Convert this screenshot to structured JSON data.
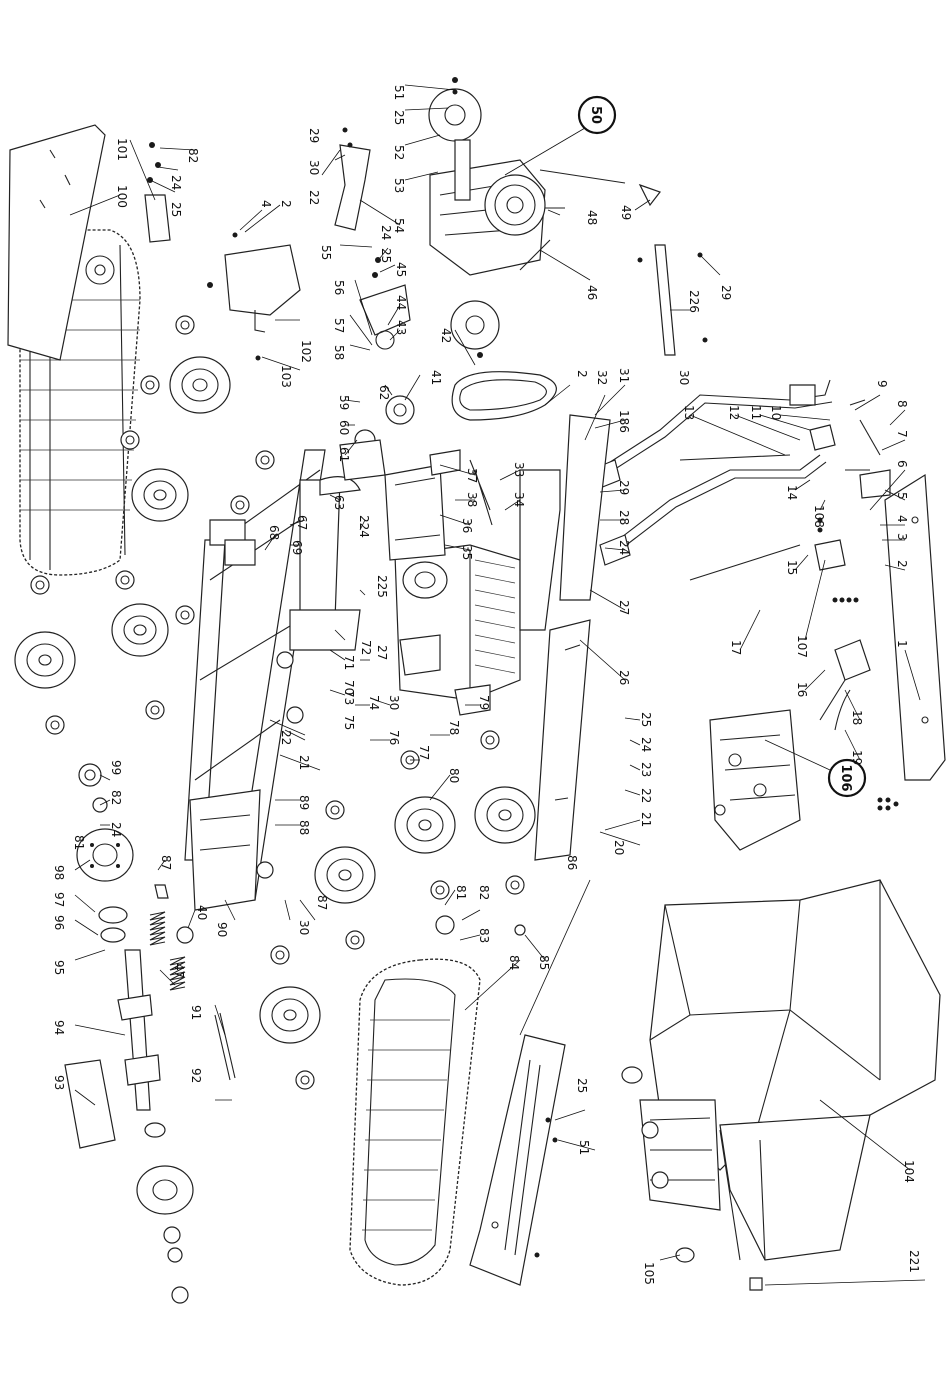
{
  "diagram": {
    "type": "exploded-parts-diagram",
    "orientation": "rotated-90-ccw",
    "callouts": [
      "51",
      "25",
      "52",
      "53",
      "50",
      "54",
      "22",
      "30",
      "29",
      "2",
      "4",
      "82",
      "24",
      "25",
      "101",
      "100",
      "55",
      "24",
      "25",
      "45",
      "56",
      "44",
      "43",
      "57",
      "58",
      "42",
      "103",
      "102",
      "48",
      "46",
      "49",
      "29",
      "226",
      "41",
      "62",
      "59",
      "60",
      "61",
      "32",
      "2",
      "31",
      "30",
      "186",
      "13",
      "12",
      "11",
      "10",
      "9",
      "8",
      "7",
      "6",
      "5",
      "4",
      "3",
      "2",
      "1",
      "14",
      "108",
      "15",
      "17",
      "107",
      "16",
      "18",
      "19",
      "106",
      "37",
      "38",
      "63",
      "67",
      "68",
      "69",
      "36",
      "35",
      "224",
      "33",
      "34",
      "29",
      "28",
      "24",
      "27",
      "26",
      "225",
      "72",
      "71",
      "70",
      "27",
      "73",
      "74",
      "75",
      "30",
      "76",
      "22",
      "21",
      "79",
      "78",
      "77",
      "80",
      "25",
      "24",
      "23",
      "22",
      "21",
      "20",
      "99",
      "82",
      "24",
      "81",
      "87",
      "89",
      "88",
      "98",
      "97",
      "96",
      "40",
      "95",
      "47",
      "90",
      "30",
      "87",
      "81",
      "82",
      "83",
      "85",
      "94",
      "91",
      "92",
      "84",
      "86",
      "93",
      "25",
      "51",
      "104",
      "105",
      "221"
    ],
    "circled_callouts": [
      "50",
      "106"
    ]
  }
}
